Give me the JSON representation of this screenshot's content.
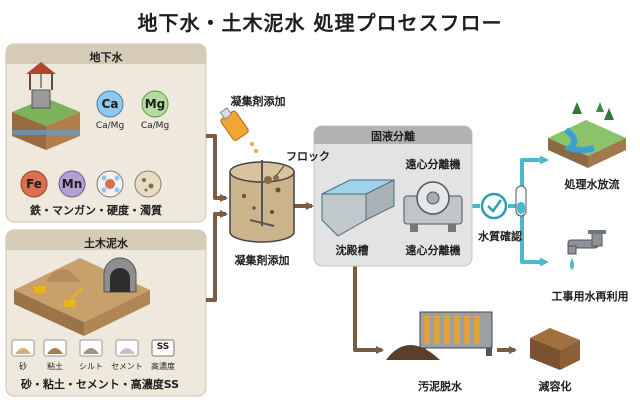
{
  "title": "地下水・土木泥水 処理プロセスフロー",
  "groundwater": {
    "header": "地下水",
    "badges": [
      {
        "symbol": "Ca",
        "caption": "Ca/Mg",
        "color": "#8ec8ee"
      },
      {
        "symbol": "Mg",
        "caption": "Ca/Mg",
        "color": "#b6dba0"
      },
      {
        "symbol": "Fe",
        "color": "#d9704e"
      },
      {
        "symbol": "Mn",
        "color": "#b49fd1"
      }
    ],
    "footer": "鉄・マンガン・硬度・濁質"
  },
  "sludge": {
    "header": "土木泥水",
    "materials": [
      "砂",
      "粘土",
      "シルト",
      "セメント",
      "高濃度"
    ],
    "ss_tag": "SS",
    "footer": "砂・粘土・セメント・高濃度SS"
  },
  "coagulant": {
    "label": "凝集剤添加",
    "floc": "フロック",
    "tank_label": "凝集剤添加"
  },
  "separation": {
    "header": "固液分離",
    "centrifuge_top": "遠心分離機",
    "settling": "沈殿槽",
    "centrifuge": "遠心分離機"
  },
  "quality": {
    "label": "水質確認"
  },
  "outputs": {
    "discharge": "処理水放流",
    "reuse": "工事用水再利用"
  },
  "dewatering": {
    "label": "汚泥脱水"
  },
  "reduction": {
    "label": "減容化"
  },
  "colors": {
    "panel": "#efe9dd",
    "panel_header": "#d6cbb6",
    "flow_brown": "#7a5b43",
    "flow_teal": "#4cb8cf",
    "accent_teal": "#2a9fb0"
  }
}
